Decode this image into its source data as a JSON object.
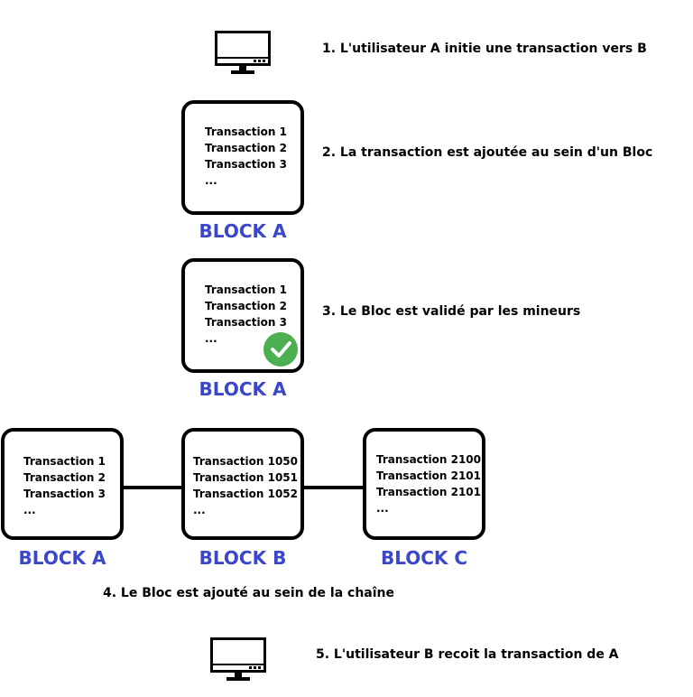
{
  "steps": {
    "step1": "1. L'utilisateur A initie une transaction vers B",
    "step2": "2. La transaction est ajoutée au sein d'un Bloc",
    "step3": "3. Le Bloc est validé par les mineurs",
    "step4": "4. Le Bloc est ajouté au sein de la chaîne",
    "step5": "5. L'utilisateur B recoit la transaction de A"
  },
  "blocks": {
    "step2_block": {
      "name": "BLOCK A",
      "transactions": [
        "Transaction 1",
        "Transaction 2",
        "Transaction 3",
        "..."
      ]
    },
    "step3_block": {
      "name": "BLOCK A",
      "transactions": [
        "Transaction 1",
        "Transaction 2",
        "Transaction 3",
        "..."
      ],
      "validated": true
    },
    "chain": [
      {
        "name": "BLOCK A",
        "transactions": [
          "Transaction 1",
          "Transaction 2",
          "Transaction 3",
          "..."
        ]
      },
      {
        "name": "BLOCK B",
        "transactions": [
          "Transaction 1050",
          "Transaction 1051",
          "Transaction 1052",
          "..."
        ]
      },
      {
        "name": "BLOCK C",
        "transactions": [
          "Transaction 2100",
          "Transaction 2101",
          "Transaction 2101",
          "..."
        ]
      }
    ]
  },
  "icons": {
    "computer_top": "monitor-icon",
    "computer_bottom": "monitor-icon",
    "validated": "checkmark-icon"
  },
  "colors": {
    "block_label": "#3b47c9",
    "check_green": "#4caf50"
  }
}
